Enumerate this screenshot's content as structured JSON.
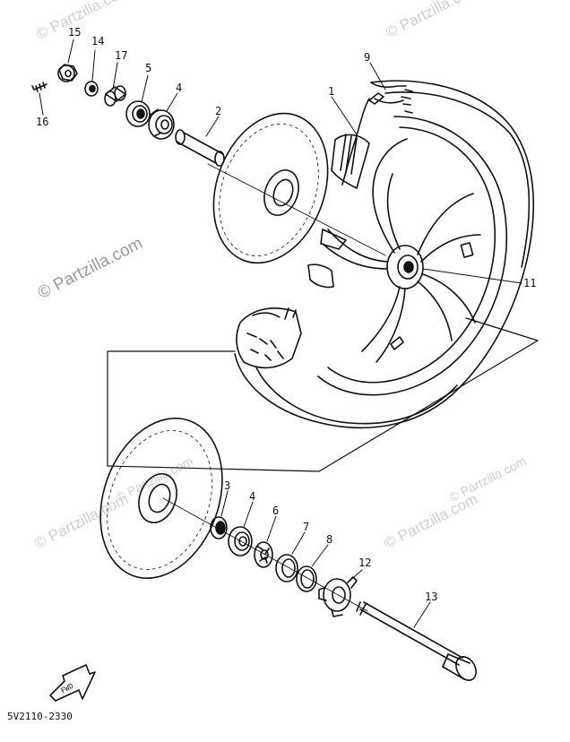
{
  "watermark": "© Partzilla.com",
  "diagram_code": "5V2110-2330",
  "fwd_label": "FWD",
  "callouts": {
    "c1": "1",
    "c2": "2",
    "c3": "3",
    "c4a": "4",
    "c4b": "4",
    "c5": "5",
    "c6": "6",
    "c7": "7",
    "c8": "8",
    "c9": "9",
    "c11": "11",
    "c12": "12",
    "c13": "13",
    "c14": "14",
    "c15": "15",
    "c16": "16",
    "c17": "17"
  }
}
